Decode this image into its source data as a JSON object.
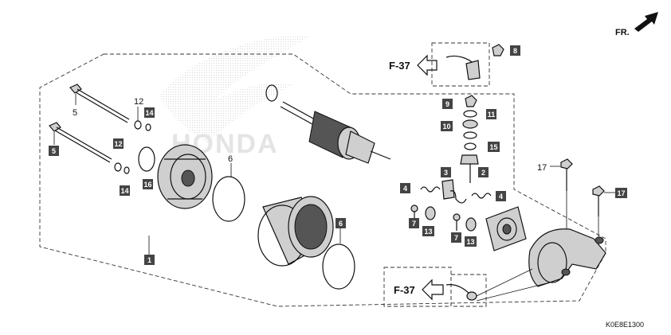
{
  "watermark": "HONDA",
  "direction_label": "FR.",
  "figure_code": "K0E8E1300",
  "refs": {
    "top": "F-37",
    "bottom": "F-37"
  },
  "part_numbers": {
    "p1": "1",
    "p2": "2",
    "p3": "3",
    "p4a": "4",
    "p4b": "4",
    "p5a": "5",
    "p5b": "5",
    "p6a": "6",
    "p6b": "6",
    "p7a": "7",
    "p7b": "7",
    "p8": "8",
    "p9": "9",
    "p10": "10",
    "p11": "11",
    "p12a": "12",
    "p12b": "12",
    "p13a": "13",
    "p13b": "13",
    "p14a": "14",
    "p14b": "14",
    "p15": "15",
    "p16": "16",
    "p17a": "17",
    "p17b": "17"
  }
}
